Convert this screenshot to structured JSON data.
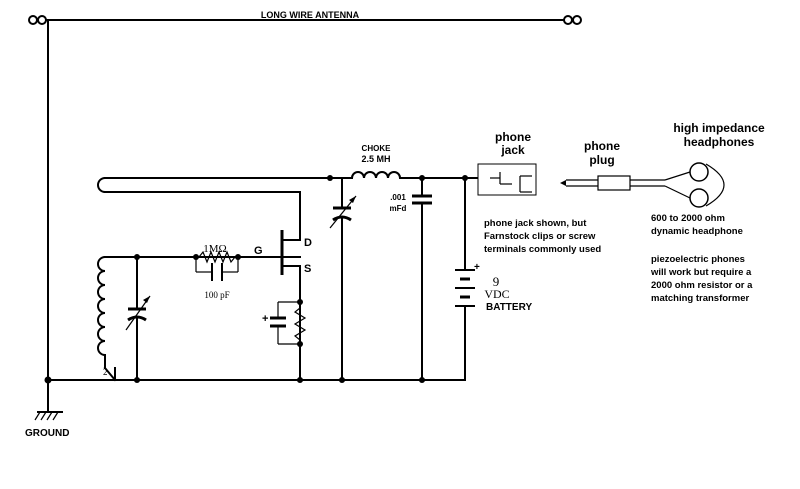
{
  "labels": {
    "antenna": "LONG WIRE ANTENNA",
    "ground": "GROUND",
    "choke_title": "CHOKE",
    "choke_value": "2.5 MH",
    "cap_value_1": ".001",
    "cap_value_2": "mFd",
    "resistor_value": "1MΩ",
    "cap_small": "100 pF",
    "gate": "G",
    "drain": "D",
    "source": "S",
    "tap": "2",
    "plus_1": "+",
    "plus_2": "+",
    "battery_voltage": "9",
    "battery_vdc": "VDC",
    "battery_label": "BATTERY",
    "phone_jack_1": "phone",
    "phone_jack_2": "jack",
    "phone_plug_1": "phone",
    "phone_plug_2": "plug",
    "headphones_1": "high impedance",
    "headphones_2": "headphones",
    "jack_note_1": "phone jack shown, but",
    "jack_note_2": "Farnstock clips or screw",
    "jack_note_3": "terminals commonly used",
    "headphone_note_1": "600 to 2000 ohm",
    "headphone_note_2": "dynamic headphone",
    "piezo_note_1": "piezoelectric phones",
    "piezo_note_2": "will work but require a",
    "piezo_note_3": "2000 ohm resistor or a",
    "piezo_note_4": "matching transformer"
  }
}
